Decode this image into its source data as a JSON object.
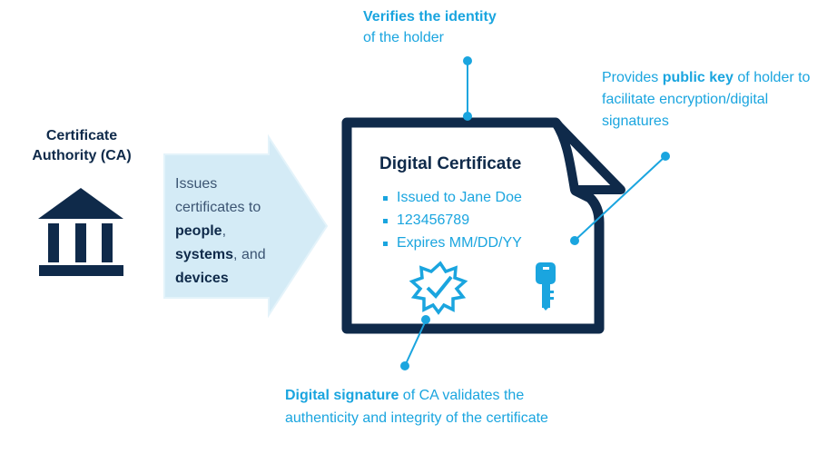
{
  "colors": {
    "navy": "#0f2a4a",
    "accent_blue": "#1aa5df",
    "arrow_fill": "#d4ebf6",
    "arrow_stroke": "#e4f3fa",
    "body_text": "#3c5573"
  },
  "certificate_authority": {
    "title_line1": "Certificate",
    "title_line2": "Authority (CA)",
    "icon": "bank-building-icon"
  },
  "issue_arrow": {
    "text_plain1": "Issues certificates to",
    "bold1": "people",
    "sep1": ",",
    "bold2": "systems",
    "sep2": ", and",
    "bold3": "devices"
  },
  "certificate": {
    "title": "Digital Certificate",
    "fields": [
      "Issued to Jane Doe",
      "123456789",
      "Expires MM/DD/YY"
    ],
    "icons": [
      "verified-badge-icon",
      "key-icon"
    ]
  },
  "callouts": {
    "verifies": {
      "bold": "Verifies the identity",
      "plain": "of the holder"
    },
    "public_key": {
      "plain_before": "Provides ",
      "bold": "public key",
      "plain_after": " of holder to facilitate encryption/digital signatures"
    },
    "signature": {
      "bold": "Digital signature",
      "plain_after": " of CA validates the authenticity and integrity of the certificate"
    }
  }
}
